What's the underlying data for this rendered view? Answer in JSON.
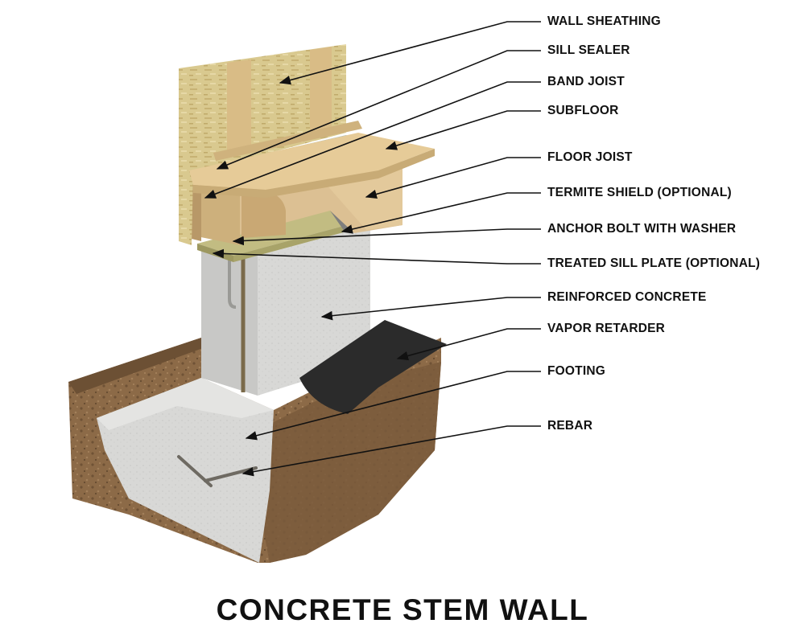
{
  "title": "CONCRETE STEM WALL",
  "callouts": [
    {
      "id": "wall-sheathing",
      "label": "WALL SHEATHING"
    },
    {
      "id": "sill-sealer",
      "label": "SILL SEALER"
    },
    {
      "id": "band-joist",
      "label": "BAND JOIST"
    },
    {
      "id": "subfloor",
      "label": "SUBFLOOR"
    },
    {
      "id": "floor-joist",
      "label": "FLOOR JOIST"
    },
    {
      "id": "termite-shield",
      "label": "TERMITE SHIELD (OPTIONAL)"
    },
    {
      "id": "anchor-bolt",
      "label": "ANCHOR BOLT WITH WASHER"
    },
    {
      "id": "treated-sill-plate",
      "label": "TREATED SILL PLATE (OPTIONAL)"
    },
    {
      "id": "reinforced-concrete",
      "label": "REINFORCED CONCRETE"
    },
    {
      "id": "vapor-retarder",
      "label": "VAPOR RETARDER"
    },
    {
      "id": "footing",
      "label": "FOOTING"
    },
    {
      "id": "rebar",
      "label": "REBAR"
    }
  ],
  "colors": {
    "osb": "#d9c98f",
    "lumber": "#d8bb86",
    "treated_lumber": "#b9b378",
    "concrete": "#d7d7d5",
    "soil": "#8a6745",
    "vapor_retarder": "#2a2a2a",
    "sill_sealer": "#8fb7c9",
    "text": "#111111"
  }
}
